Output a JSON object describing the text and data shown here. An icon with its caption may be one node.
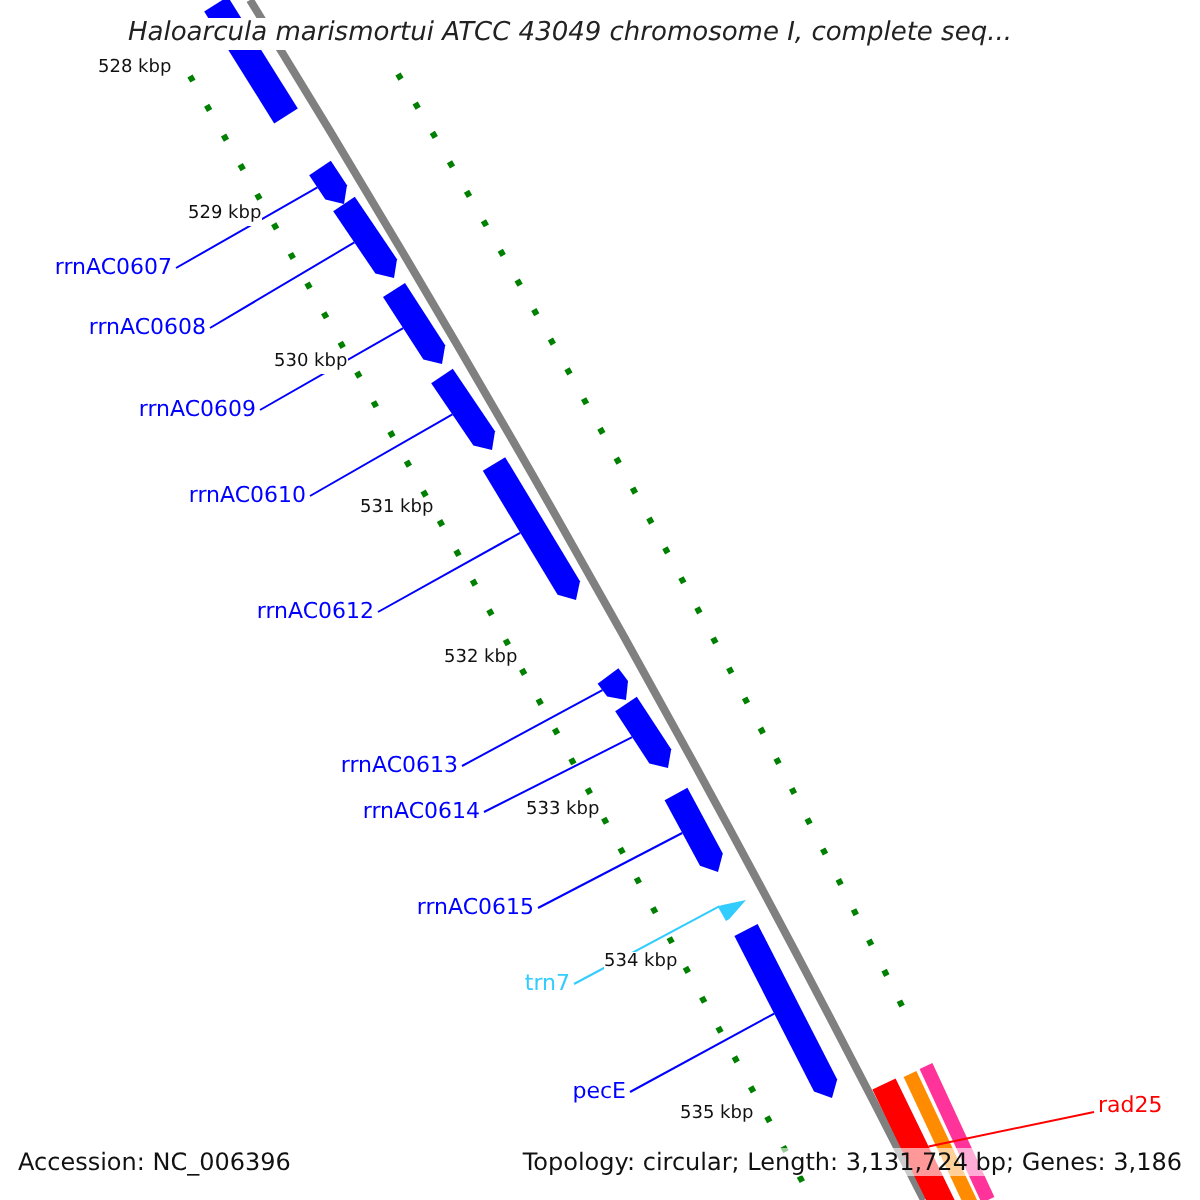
{
  "diagram": {
    "title": "Haloarcula marismortui ATCC 43049 chromosome I, complete seq...",
    "nodes": [
      {
        "text": [
          "rrnAC0607"
        ]
      },
      {
        "text": [
          "rrnAC0608"
        ]
      },
      {
        "text": [
          "rrnAC0609"
        ]
      },
      {
        "text": [
          "rrnAC0610"
        ]
      },
      {
        "text": [
          "rrnAC0612"
        ]
      },
      {
        "text": [
          "rrnAC0613"
        ]
      },
      {
        "text": [
          "rrnAC0614"
        ]
      },
      {
        "text": [
          "rrnAC0615"
        ]
      },
      {
        "text": [
          "trn7"
        ]
      },
      {
        "text": [
          "pecE"
        ]
      },
      {
        "text": [
          "rad25"
        ]
      },
      {
        "text": [],
        "shape": "bar"
      },
      {
        "text": [],
        "shape": "arrow"
      },
      {
        "text": [],
        "shape": "arrow"
      },
      {
        "text": [],
        "shape": "arrow"
      },
      {
        "text": [],
        "shape": "arrow"
      },
      {
        "text": [],
        "shape": "arrow"
      },
      {
        "text": [],
        "shape": "arrow"
      },
      {
        "text": [],
        "shape": "arrow"
      },
      {
        "text": [],
        "shape": "arrow"
      },
      {
        "text": [],
        "shape": "arrow"
      },
      {
        "text": [],
        "shape": "arrow"
      },
      {
        "text": [],
        "shape": "bar"
      },
      {
        "text": [],
        "shape": "bar"
      },
      {
        "text": [],
        "shape": "bar"
      }
    ],
    "edges": [
      {
        "from": 0,
        "to": 12,
        "arrow": "none"
      },
      {
        "from": 1,
        "to": 13,
        "arrow": "none"
      },
      {
        "from": 2,
        "to": 14,
        "arrow": "none"
      },
      {
        "from": 3,
        "to": 15,
        "arrow": "none"
      },
      {
        "from": 4,
        "to": 16,
        "arrow": "none"
      },
      {
        "from": 5,
        "to": 17,
        "arrow": "none"
      },
      {
        "from": 6,
        "to": 18,
        "arrow": "none"
      },
      {
        "from": 7,
        "to": 19,
        "arrow": "none"
      },
      {
        "from": 8,
        "to": 20,
        "arrow": "none",
        "color": "#33ccff"
      },
      {
        "from": 9,
        "to": 21,
        "arrow": "none"
      },
      {
        "from": 10,
        "to": 22,
        "arrow": "none",
        "color": "#ff0000"
      }
    ],
    "labels": [
      "528 kbp",
      "529 kbp",
      "530 kbp",
      "531 kbp",
      "532 kbp",
      "533 kbp",
      "534 kbp",
      "535 kbp",
      "Accession: NC_006396",
      "Topology: circular; Length: 3,131,724 bp; Genes: 3,186"
    ]
  }
}
